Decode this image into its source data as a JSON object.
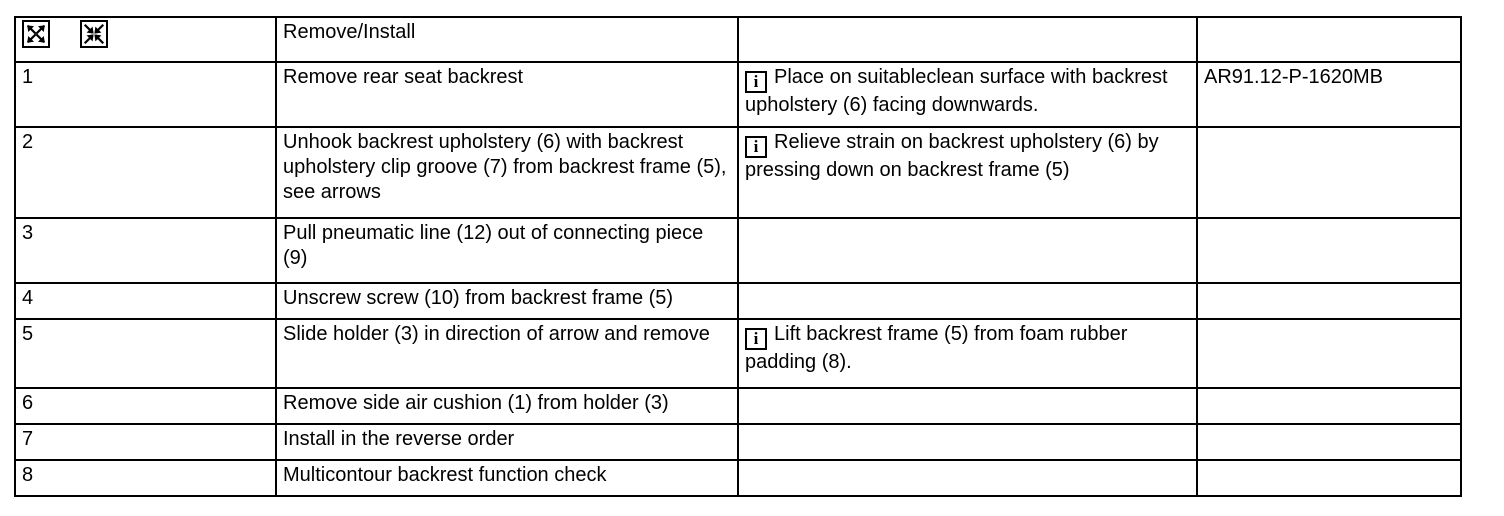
{
  "table": {
    "header": {
      "icons": [
        {
          "name": "expand-arrows-icon",
          "meaning": "remove"
        },
        {
          "name": "collapse-arrows-icon",
          "meaning": "install"
        }
      ],
      "task_label": "Remove/Install",
      "note_label": "",
      "ref_label": ""
    },
    "columns": [
      "step",
      "task",
      "note",
      "reference"
    ],
    "rows": [
      {
        "step": "1",
        "task": "Remove rear seat backrest",
        "note_icon": "info-icon",
        "note": "Place on suitableclean surface with backrest upholstery (6) facing downwards.",
        "reference": "AR91.12-P-1620MB"
      },
      {
        "step": "2",
        "task": "Unhook backrest upholstery (6) with backrest upholstery clip groove (7) from backrest frame (5), see arrows",
        "note_icon": "info-icon",
        "note": "Relieve strain on backrest upholstery (6) by pressing down on backrest frame (5)",
        "reference": ""
      },
      {
        "step": "3",
        "task": "Pull pneumatic line (12) out of connecting piece (9)",
        "note_icon": "",
        "note": "",
        "reference": ""
      },
      {
        "step": "4",
        "task": "Unscrew screw (10) from backrest frame (5)",
        "note_icon": "",
        "note": "",
        "reference": ""
      },
      {
        "step": "5",
        "task": "Slide holder (3) in direction of arrow and remove",
        "note_icon": "info-icon",
        "note": "Lift backrest frame (5) from  foam rubber padding (8).",
        "reference": ""
      },
      {
        "step": "6",
        "task": "Remove side air cushion (1) from holder (3)",
        "note_icon": "",
        "note": "",
        "reference": ""
      },
      {
        "step": "7",
        "task": "Install in the reverse order",
        "note_icon": "",
        "note": "",
        "reference": ""
      },
      {
        "step": "8",
        "task": "Multicontour backrest function check",
        "note_icon": "",
        "note": "",
        "reference": ""
      }
    ]
  },
  "colors": {
    "border": "#000000",
    "text": "#000000",
    "background": "#ffffff"
  }
}
